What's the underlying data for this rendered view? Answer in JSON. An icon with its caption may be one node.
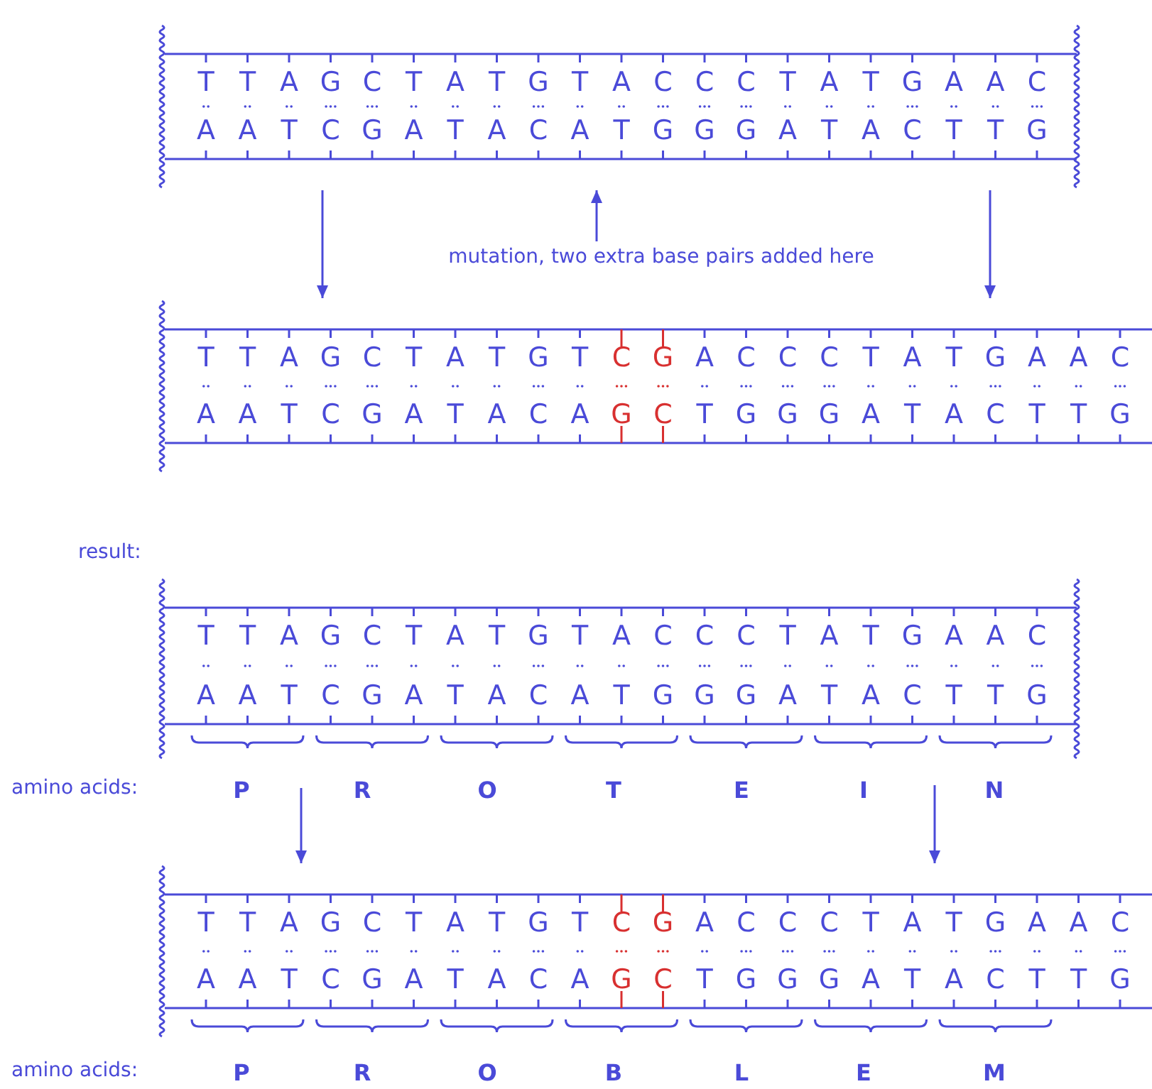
{
  "diagram": {
    "nodes": [
      {
        "text": [
          "T T A G C T A T G T A C C C T A T G A A C",
          "A A T C G A T A C A T G G G A T A C T T G"
        ]
      },
      {
        "text": [
          "mutation, two extra base pairs added here"
        ]
      },
      {
        "text": [
          "T T A G C T A T G T C G A C C C T A T G A A C",
          "A A T C G A T A C A G C T G G G A T A C T T G"
        ]
      },
      {
        "text": [
          "T T A G C T A T G T A C C C T A T G A A C",
          "A A T C G A T A C A T G G G A T A C T T G"
        ]
      },
      {
        "text": [
          "T T A G C T A T G T C G A C C C T A T G A A C",
          "A A T C G A T A C A G C T G G G A T A C T T G"
        ]
      }
    ],
    "edges": [
      {
        "from": 0,
        "to": 2,
        "arrow": "to"
      },
      {
        "from": 1,
        "to": 0,
        "arrow": "to"
      },
      {
        "from": 0,
        "to": 2,
        "arrow": "to"
      },
      {
        "from": null,
        "to": 4,
        "arrow": "to"
      },
      {
        "from": null,
        "to": 4,
        "arrow": "to"
      }
    ],
    "labels": [
      "result:",
      "amino acids:",
      "P",
      "R",
      "O",
      "T",
      "E",
      "I",
      "N",
      "amino acids:",
      "P",
      "R",
      "O",
      "B",
      "L",
      "E",
      "M"
    ]
  }
}
